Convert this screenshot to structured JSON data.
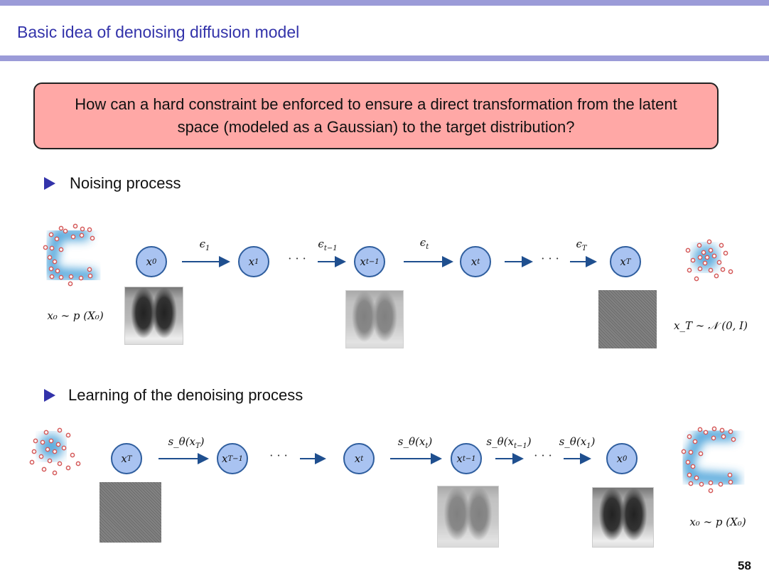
{
  "title": "Basic idea of denoising diffusion model",
  "callout": "How can a hard constraint be enforced to ensure a direct transformation from the latent space (modeled as a Gaussian) to the target distribution?",
  "bullets": [
    "Noising process",
    "Learning of the denoising process"
  ],
  "noising": {
    "nodes": [
      {
        "b": "x",
        "s": "0"
      },
      {
        "b": "x",
        "s": "1"
      },
      {
        "b": "x",
        "s": "t−1"
      },
      {
        "b": "x",
        "s": "t"
      },
      {
        "b": "x",
        "s": "T"
      }
    ],
    "arrows": [
      {
        "b": "ϵ",
        "s": "1"
      },
      {
        "b": "ϵ",
        "s": "t−1"
      },
      {
        "b": "ϵ",
        "s": "t"
      },
      {
        "b": "ϵ",
        "s": "T"
      }
    ],
    "ellipsis": "· · ·",
    "left_label": "x₀ ∼ p (X₀)",
    "right_label": "x_T ∼ 𝒩 (0, I)"
  },
  "denoising": {
    "nodes": [
      {
        "b": "x",
        "s": "T"
      },
      {
        "b": "x",
        "s": "T−1"
      },
      {
        "b": "x",
        "s": "t"
      },
      {
        "b": "x",
        "s": "t−1"
      },
      {
        "b": "x",
        "s": "0"
      }
    ],
    "arrows": [
      {
        "b": "s_θ(x",
        "s": "T"
      },
      {
        "b": "s_θ(x",
        "s": "t"
      },
      {
        "b": "s_θ(x",
        "s": "t−1"
      },
      {
        "b": "s_θ(x",
        "s": "1"
      }
    ],
    "ellipsis": "· · ·",
    "right_label": "x₀ ∼ p (X₀)"
  },
  "page_number": "58",
  "colors": {
    "bar": "#9b9bd8",
    "title": "#3333aa",
    "callout": "#ffa8a6",
    "node": "#a9c3f1",
    "arrow": "#1f4f8f"
  }
}
